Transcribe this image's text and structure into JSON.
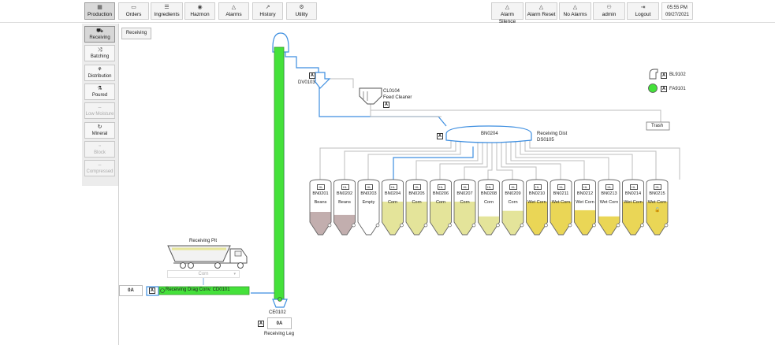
{
  "nav": {
    "production": "Production",
    "orders": "Orders",
    "ingredients": "Ingredients",
    "hazmon": "Hazmon",
    "alarms": "Alarms",
    "history": "History",
    "utility": "Utility",
    "alarm_silence": "Alarm Silence",
    "alarm_reset": "Alarm Reset",
    "no_alarms": "No Alarms",
    "user": "admin",
    "logout": "Logout",
    "time": "05:55 PM",
    "date": "09/27/2021"
  },
  "sidebar": {
    "items": [
      {
        "label": "Receiving",
        "icon": "truck-icon",
        "state": "active"
      },
      {
        "label": "Batching",
        "icon": "shuffle-icon",
        "state": "normal"
      },
      {
        "label": "Distribution",
        "icon": "distribution-icon",
        "state": "normal"
      },
      {
        "label": "Poured",
        "icon": "poured-icon",
        "state": "normal"
      },
      {
        "label": "Low Moisture",
        "icon": "dash-icon",
        "state": "disabled"
      },
      {
        "label": "Mineral",
        "icon": "cycle-icon",
        "state": "normal"
      },
      {
        "label": "Block",
        "icon": "square-icon",
        "state": "disabled"
      },
      {
        "label": "Compressed",
        "icon": "minus-icon",
        "state": "disabled"
      }
    ]
  },
  "screen": {
    "breadcrumb": "Receiving",
    "receiving_pit": "Receiving Pit",
    "pit_select": "Corn",
    "amps_left": "0A",
    "drag_conv": "Receiving Drag Conv. CD0101",
    "leg_id": "CE0102",
    "leg_amps": "0A",
    "leg_label": "Receiving Leg",
    "diverter": "DV0103",
    "cleaner_id": "CL0104",
    "cleaner_name": "Feed Cleaner",
    "dist_bin": "BN0204",
    "dist_name": "Receiving Dist",
    "dist_id": "DS0105",
    "trash": "Trash",
    "blower": "BL9102",
    "fan": "FA9101",
    "a_marker": "A"
  },
  "colors": {
    "green": "#44e13a",
    "yellow": "#e9d95a",
    "light_yellow": "#e6e59a",
    "mauve": "#c2aeae",
    "blue_line": "#3d8ee0"
  },
  "bins": [
    {
      "id": "BN0201",
      "content": "Beans",
      "fill_pct": 0.5,
      "color": "#c2aeae",
      "lock": false
    },
    {
      "id": "BN0202",
      "content": "Beans",
      "fill_pct": 0.35,
      "color": "#c2aeae",
      "lock": false
    },
    {
      "id": "BN0203",
      "content": "Empty",
      "fill_pct": 0,
      "color": "#ffffff",
      "lock": false
    },
    {
      "id": "BN0204",
      "content": "Corn",
      "fill_pct": 1,
      "color": "#e4e49a",
      "lock": false
    },
    {
      "id": "BN0205",
      "content": "Corn",
      "fill_pct": 1,
      "color": "#e4e49a",
      "lock": false
    },
    {
      "id": "BN0206",
      "content": "Corn",
      "fill_pct": 1,
      "color": "#e4e49a",
      "lock": false
    },
    {
      "id": "BN0207",
      "content": "Corn",
      "fill_pct": 1,
      "color": "#e4e49a",
      "lock": false
    },
    {
      "id": "BN0208",
      "content": "Corn",
      "fill_pct": 0.28,
      "color": "#e4e49a",
      "lock": false
    },
    {
      "id": "BN0209",
      "content": "Corn",
      "fill_pct": 0.55,
      "color": "#e4e49a",
      "lock": false
    },
    {
      "id": "BN0210",
      "content": "Wet Corn",
      "fill_pct": 1,
      "color": "#ead656",
      "lock": false
    },
    {
      "id": "BN0211",
      "content": "Wet Corn",
      "fill_pct": 1,
      "color": "#ead656",
      "lock": false
    },
    {
      "id": "BN0212",
      "content": "Wet Corn",
      "fill_pct": 0.58,
      "color": "#ead656",
      "lock": false
    },
    {
      "id": "BN0213",
      "content": "Wet Corn",
      "fill_pct": 0.28,
      "color": "#ead656",
      "lock": false
    },
    {
      "id": "BN0214",
      "content": "Wet Corn",
      "fill_pct": 1,
      "color": "#ead656",
      "lock": false
    },
    {
      "id": "BN0215",
      "content": "Wet Corn",
      "fill_pct": 1,
      "color": "#ead656",
      "lock": true
    }
  ]
}
